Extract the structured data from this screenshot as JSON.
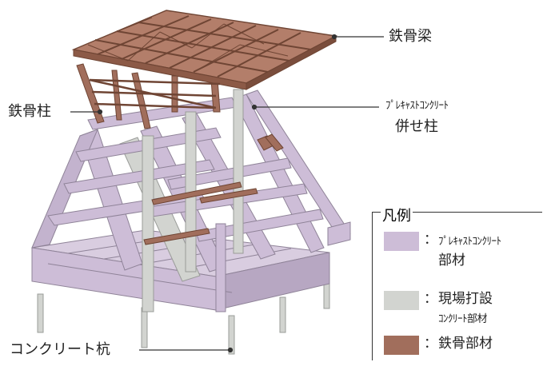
{
  "labels": {
    "steel_beam": "鉄骨梁",
    "steel_column": "鉄骨柱",
    "precast_line1": "ﾌﾟﾚｷｬｽﾄｺﾝｸﾘｰﾄ",
    "precast_line2": "併せ柱",
    "concrete_pile": "コンクリート杭"
  },
  "legend": {
    "title": "凡例",
    "items": [
      {
        "prefix": "：",
        "line1": "ﾌﾟﾚｷｬｽﾄｺﾝｸﾘｰﾄ",
        "line2": "部材",
        "color": "#cdbdd7"
      },
      {
        "prefix": "：",
        "line1": "現場打設",
        "line2": "ｺﾝｸﾘｰﾄ部材",
        "color": "#d2d4d0"
      },
      {
        "prefix": "：",
        "line1": "鉄骨部材",
        "line2": "",
        "color": "#a16e5c"
      }
    ]
  },
  "colors": {
    "precast": "#cdbdd7",
    "precast_dark": "#a99bb3",
    "cast_in_place": "#d2d4d0",
    "cast_dark": "#aeb0ad",
    "steel": "#a16e5c",
    "steel_dark": "#6f4534"
  }
}
